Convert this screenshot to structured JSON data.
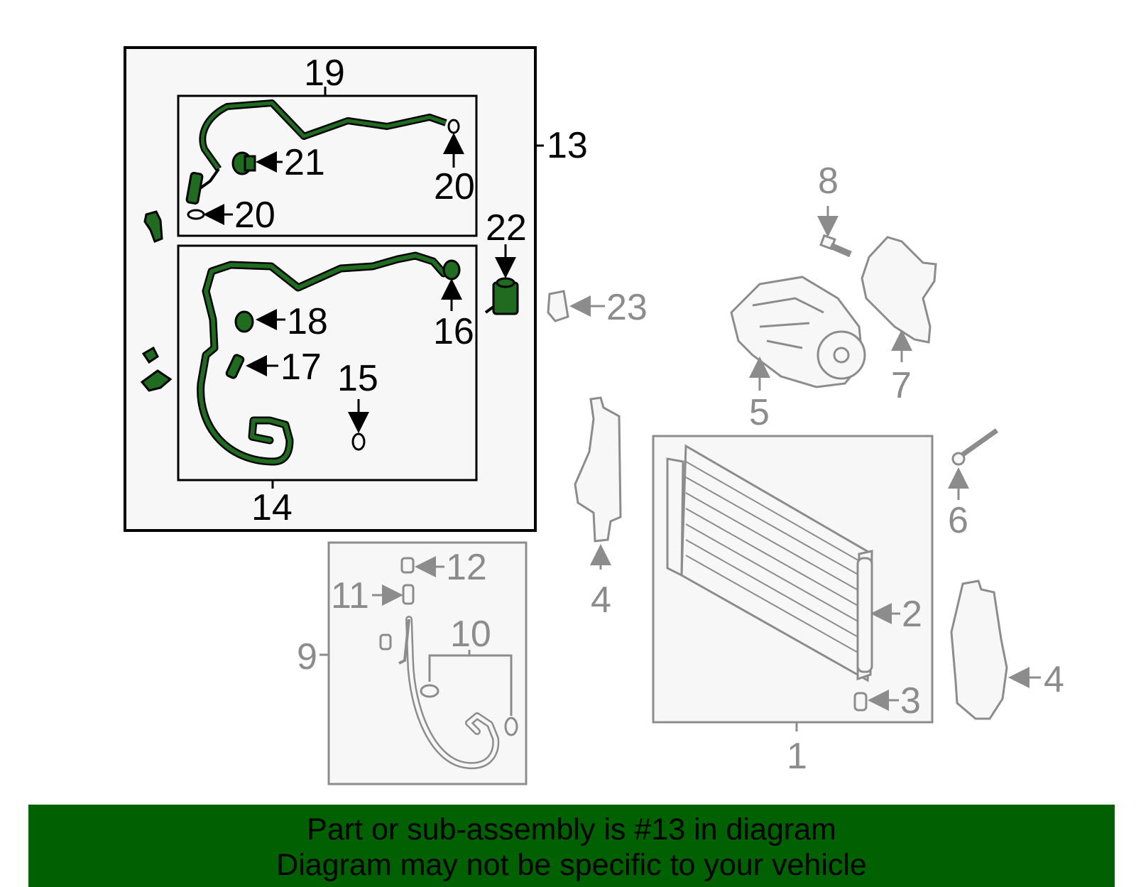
{
  "callouts": {
    "c1": "1",
    "c2": "2",
    "c3": "3",
    "c4a": "4",
    "c4b": "4",
    "c5": "5",
    "c6": "6",
    "c7": "7",
    "c8": "8",
    "c9": "9",
    "c10": "10",
    "c11": "11",
    "c12": "12",
    "c13": "13",
    "c14": "14",
    "c15": "15",
    "c16": "16",
    "c17": "17",
    "c18": "18",
    "c19": "19",
    "c20a": "20",
    "c20b": "20",
    "c21": "21",
    "c22": "22",
    "c23": "23"
  },
  "banner": {
    "line1": "Part or sub-assembly is #13 in diagram",
    "line2": "Diagram may not be specific to your vehicle"
  },
  "colors": {
    "highlight_part": "#1f6b1f",
    "highlight_outline": "#000000",
    "dim_part": "#8c8c8c",
    "banner_background": "#006100"
  }
}
